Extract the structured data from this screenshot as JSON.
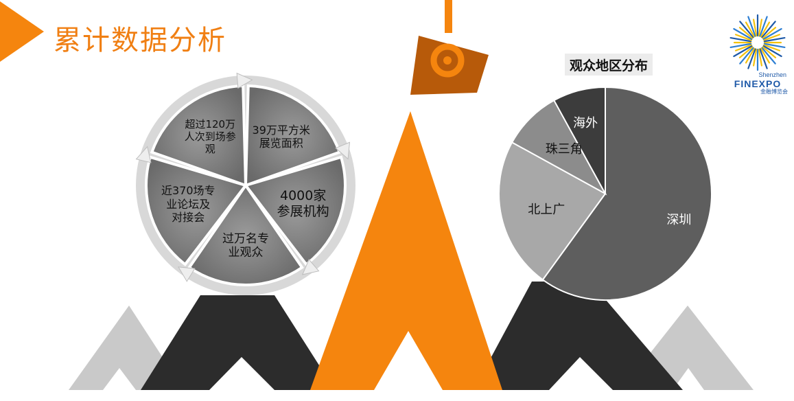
{
  "header": {
    "title": "累计数据分析"
  },
  "cycle": {
    "segments": [
      {
        "label": "39万平方米\n展览面积"
      },
      {
        "label": "4000家\n参展机构"
      },
      {
        "label": "过万名专\n业观众"
      },
      {
        "label": "近370场专\n业论坛及\n对接会"
      },
      {
        "label": "超过120万\n人次到场参\n观"
      }
    ]
  },
  "pie": {
    "title": "观众地区分布",
    "slices": [
      {
        "label": "深圳"
      },
      {
        "label": "北上广"
      },
      {
        "label": "珠三角"
      },
      {
        "label": "海外"
      }
    ]
  },
  "logo": {
    "sub": "Shenzhen",
    "main": "FINEXPO",
    "cn": "金融博览会"
  },
  "colors": {
    "accent": "#f5850e",
    "dark": "#2c2c2c",
    "light_gray": "#bdbdbd"
  }
}
